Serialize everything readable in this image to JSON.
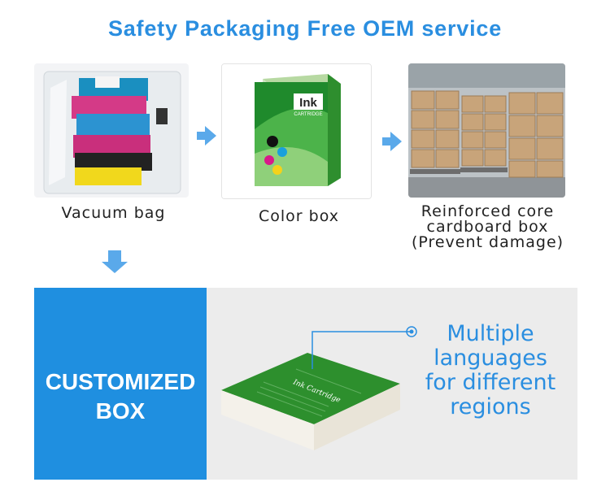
{
  "header": {
    "title": "Safety Packaging Free OEM service"
  },
  "steps": [
    {
      "caption": "Vacuum bag"
    },
    {
      "caption": "Color box",
      "box_text": "Ink",
      "box_sub": "CARTRIDGE"
    },
    {
      "caption_lines": [
        "Reinforced core",
        "cardboard box",
        "(Prevent damage)"
      ]
    }
  ],
  "custom": {
    "label_lines": [
      "CUSTOMIZED",
      "BOX"
    ],
    "box_text": "Ink Cartridge",
    "callout_lines": [
      "Multiple",
      "languages",
      "for different",
      "regions"
    ]
  },
  "colors": {
    "accent": "#2a8ee0",
    "panel_blue": "#1f8fe0",
    "box_green": "#1f8a2c"
  }
}
